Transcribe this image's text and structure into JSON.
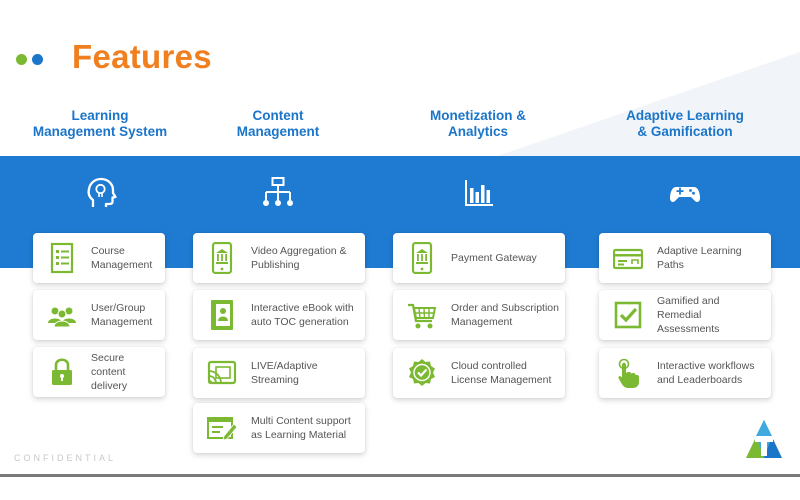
{
  "slide": {
    "title": "Features",
    "footer": "CONFIDENTIAL",
    "colors": {
      "title": "#f07f1f",
      "heading": "#1b75c9",
      "band": "#1f7bd1",
      "icon_green": "#7cb933",
      "dot_green": "#7cb933",
      "dot_blue": "#1b75c9"
    }
  },
  "columns": [
    {
      "heading_1": "Learning",
      "heading_2": "Management System",
      "icon": "head-lightbulb-icon",
      "items": [
        {
          "label_1": "Course",
          "label_2": "Management",
          "icon": "list-document-icon"
        },
        {
          "label_1": "User/Group",
          "label_2": "Management",
          "icon": "users-group-icon"
        },
        {
          "label_1": "Secure content",
          "label_2": "delivery",
          "icon": "padlock-icon"
        }
      ]
    },
    {
      "heading_1": "Content",
      "heading_2": "Management",
      "icon": "sitemap-icon",
      "items": [
        {
          "label_1": "Video Aggregation &",
          "label_2": "Publishing",
          "icon": "mobile-bank-icon"
        },
        {
          "label_1": "Interactive eBook with",
          "label_2": "auto TOC  generation",
          "icon": "ebook-icon"
        },
        {
          "label_1": "LIVE/Adaptive",
          "label_2": "Streaming",
          "icon": "cast-screen-icon"
        },
        {
          "label_1": "Multi Content support",
          "label_2": "as Learning Material",
          "icon": "edit-window-icon"
        }
      ]
    },
    {
      "heading_1": "Monetization &",
      "heading_2": "Analytics",
      "icon": "bar-chart-icon",
      "items": [
        {
          "label_1": "Payment Gateway",
          "label_2": "",
          "icon": "mobile-bank-icon"
        },
        {
          "label_1": "Order and Subscription",
          "label_2": "Management",
          "icon": "shopping-cart-icon"
        },
        {
          "label_1": "Cloud controlled",
          "label_2": "License Management",
          "icon": "verified-badge-icon"
        }
      ]
    },
    {
      "heading_1": "Adaptive Learning",
      "heading_2": "& Gamification",
      "icon": "gamepad-icon",
      "items": [
        {
          "label_1": "Adaptive Learning",
          "label_2": "Paths",
          "icon": "path-card-icon"
        },
        {
          "label_1": "Gamified and Remedial",
          "label_2": "Assessments",
          "icon": "checkbox-icon"
        },
        {
          "label_1": "Interactive workflows",
          "label_2": "and Leaderboards",
          "icon": "tap-hand-icon"
        }
      ]
    }
  ]
}
